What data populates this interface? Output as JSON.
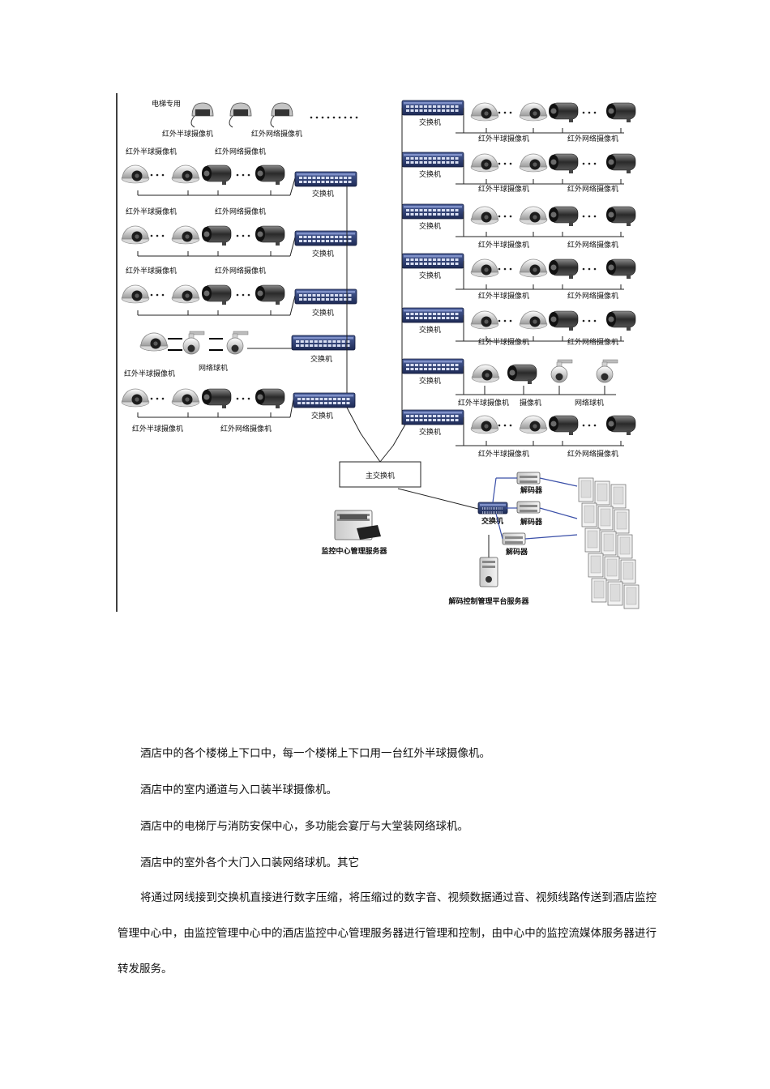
{
  "diagram": {
    "elevator_dedicated": "电梯专用",
    "labels": {
      "ir_dome_camera": "红外半球摄像机",
      "ir_network_camera": "红外网络摄像机",
      "network_dome": "网络球机",
      "camera": "摄像机",
      "switch": "交换机",
      "main_switch": "主交换机",
      "decoder": "解码器",
      "monitor_server": "监控中心管理服务器",
      "decode_server": "解码控制管理平台服务器"
    }
  },
  "paragraphs": [
    "酒店中的各个楼梯上下口中，每一个楼梯上下口用一台红外半球摄像机。",
    "酒店中的室内通道与入口装半球摄像机。",
    "酒店中的电梯厅与消防安保中心，多功能会宴厅与大堂装网络球机。",
    "酒店中的室外各个大门入口装网络球机。其它",
    "将通过网线接到交换机直接进行数字压缩，将压缩过的数字音、视频数据通过音、视频线路传送到酒店监控管理中心中，由监控管理中心中的酒店监控中心管理服务器进行管理和控制，由中心中的监控流媒体服务器进行转发服务。"
  ]
}
